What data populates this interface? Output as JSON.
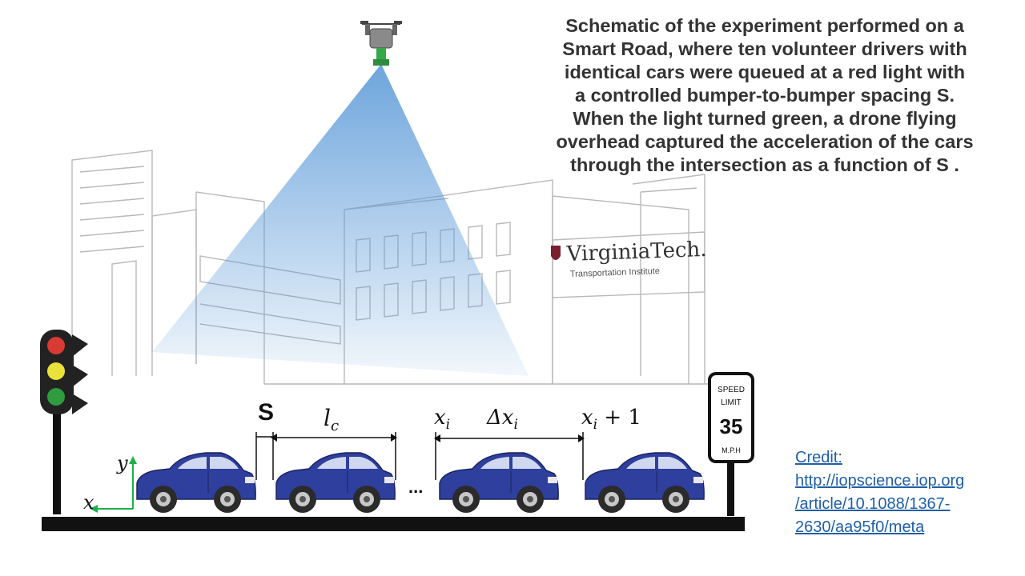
{
  "caption": {
    "lines": [
      "Schematic of the experiment performed on a",
      "Smart Road, where ten volunteer drivers with",
      "identical cars were queued at a red light with",
      "a controlled bumper-to-bumper spacing S.",
      "When the light turned green, a drone flying",
      "overhead captured the acceleration of the cars",
      "through the intersection as a function of S ."
    ]
  },
  "credit": {
    "lines": [
      "Credit:",
      "http://iopscience.iop.org",
      "/article/10.1088/1367-",
      "2630/aa95f0/meta"
    ]
  },
  "diagram": {
    "spacing_label": "S",
    "car_length_label": "l",
    "car_length_sub": "c",
    "position_label": "x",
    "position_sub": "i",
    "gap_label": "Δx",
    "gap_sub": "i",
    "next_position_label": "x",
    "next_position_sub": "i",
    "next_position_suffix": " + 1",
    "ellipsis": "...",
    "axis_y": "y",
    "axis_x": "x"
  },
  "sign": {
    "line1": "SPEED",
    "line2": "LIMIT",
    "value": "35",
    "unit": "M.P.H"
  },
  "logo": {
    "name": "VirginiaTech.",
    "subtitle": "Transportation Institute"
  },
  "colors": {
    "car": "#2f3f9e",
    "ground": "#111111",
    "beam": "#5d9bd8",
    "light_red": "#d93a34",
    "light_yellow": "#e8e23a",
    "light_green": "#2f9c3f",
    "axis": "#1bb14a",
    "logo": "#7b1f2e",
    "link": "#1f5fa8"
  }
}
